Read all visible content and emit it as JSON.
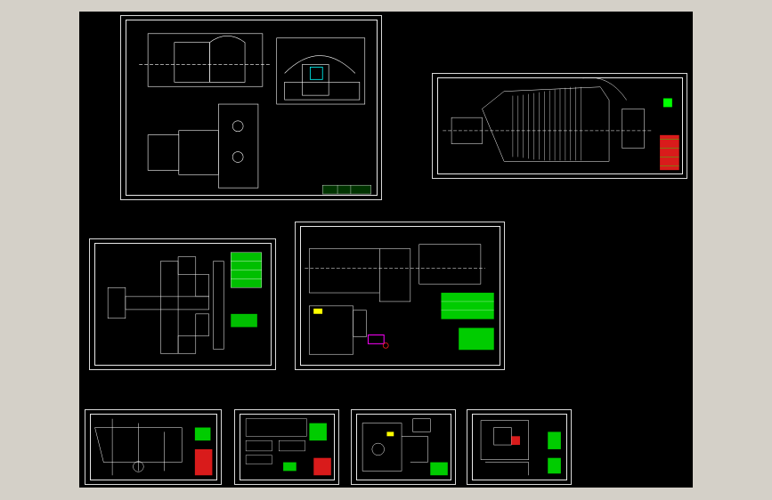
{
  "canvas": {
    "background": "#000000",
    "frame_color": "#d4d0c8"
  },
  "colors": {
    "line": "#ffffff",
    "green": "#00ff00",
    "red": "#ff2020",
    "yellow": "#ffff00",
    "cyan": "#00ffff",
    "magenta": "#ff00ff"
  },
  "sheets": [
    {
      "id": "sheet-gearbox-assembly"
    },
    {
      "id": "sheet-turbine-longitudinal-section"
    },
    {
      "id": "sheet-cross-layout"
    },
    {
      "id": "sheet-turbine-arrangement"
    },
    {
      "id": "sheet-piping-system-1"
    },
    {
      "id": "sheet-schematic-2"
    },
    {
      "id": "sheet-schematic-3"
    },
    {
      "id": "sheet-schematic-4"
    }
  ]
}
